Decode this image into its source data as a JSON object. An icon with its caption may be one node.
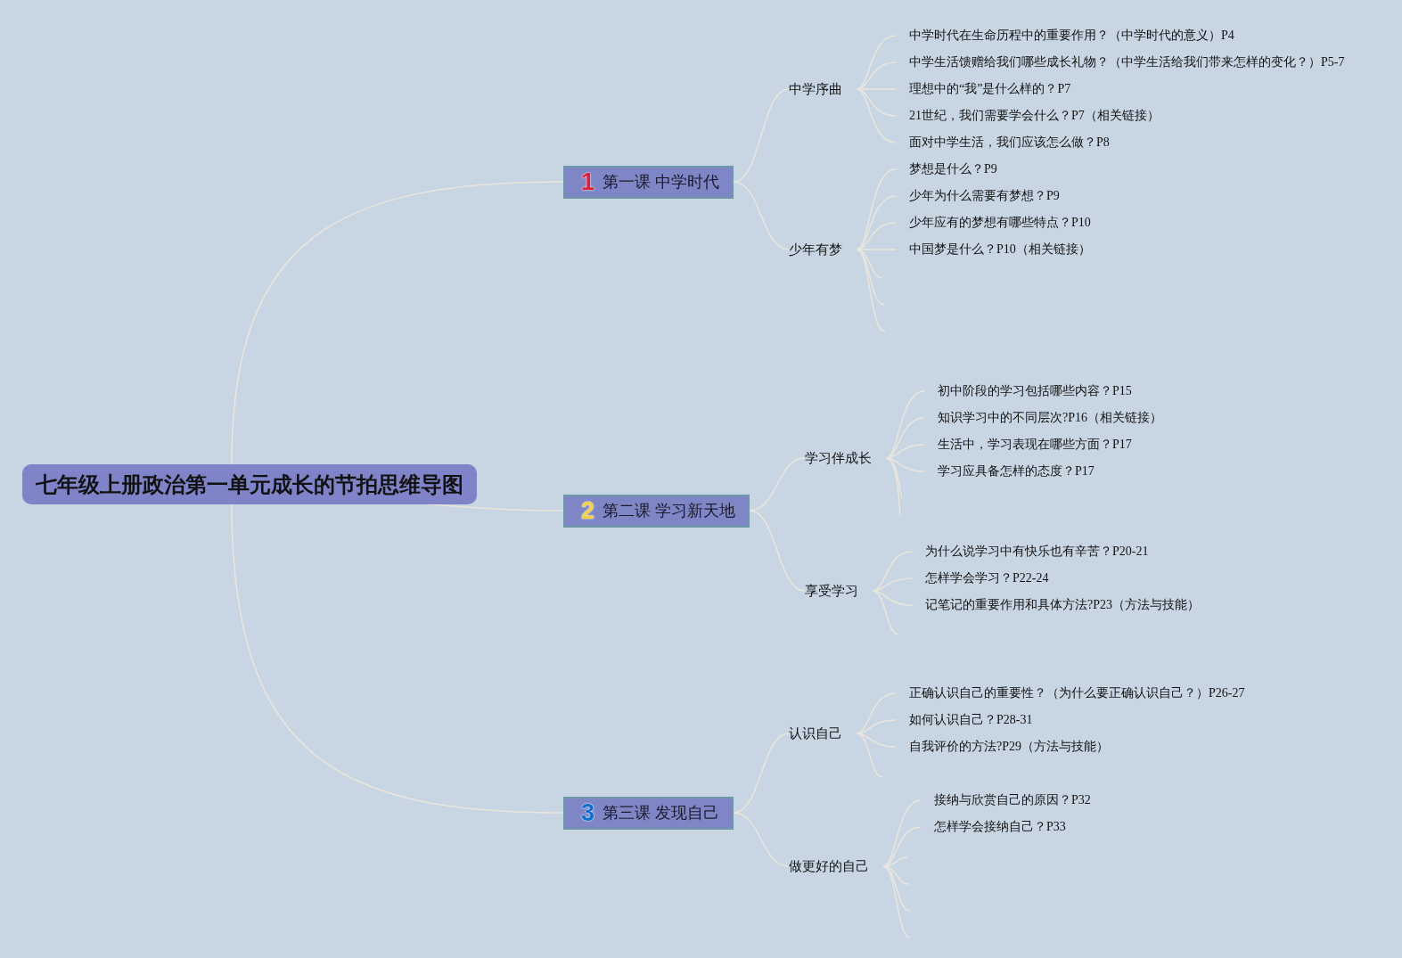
{
  "diagram": {
    "nodes": [
      {
        "text": [
          "七年级上册政治第一单元成长的节拍思维导图"
        ]
      },
      {
        "text": [
          "1",
          "第一课 中学时代"
        ]
      },
      {
        "text": [
          "中学序曲"
        ]
      },
      {
        "text": [
          "中学时代在生命历程中的重要作用？（中学时代的意义）P4"
        ]
      },
      {
        "text": [
          "中学生活馈赠给我们哪些成长礼物？（中学生活给我们带来怎样的变化？）P5-7"
        ]
      },
      {
        "text": [
          "理想中的“我”是什么样的？P7"
        ]
      },
      {
        "text": [
          "21世纪，我们需要学会什么？P7（相关链接）"
        ]
      },
      {
        "text": [
          "面对中学生活，我们应该怎么做？P8"
        ]
      },
      {
        "text": [
          "少年有梦"
        ]
      },
      {
        "text": [
          "梦想是什么？P9"
        ]
      },
      {
        "text": [
          "少年为什么需要有梦想？P9"
        ]
      },
      {
        "text": [
          "少年应有的梦想有哪些特点？P10"
        ]
      },
      {
        "text": [
          "中国梦是什么？P10（相关链接）"
        ]
      },
      {
        "text": [
          "2",
          "第二课 学习新天地"
        ]
      },
      {
        "text": [
          "学习伴成长"
        ]
      },
      {
        "text": [
          "初中阶段的学习包括哪些内容？P15"
        ]
      },
      {
        "text": [
          "知识学习中的不同层次?P16（相关链接）"
        ]
      },
      {
        "text": [
          "生活中，学习表现在哪些方面？P17"
        ]
      },
      {
        "text": [
          "学习应具备怎样的态度？P17"
        ]
      },
      {
        "text": [
          "享受学习"
        ]
      },
      {
        "text": [
          "为什么说学习中有快乐也有辛苦？P20-21"
        ]
      },
      {
        "text": [
          "怎样学会学习？P22-24"
        ]
      },
      {
        "text": [
          "记笔记的重要作用和具体方法?P23（方法与技能）"
        ]
      },
      {
        "text": [
          "3",
          "第三课 发现自己"
        ]
      },
      {
        "text": [
          "认识自己"
        ]
      },
      {
        "text": [
          "正确认识自己的重要性？（为什么要正确认识自己？）P26-27"
        ]
      },
      {
        "text": [
          "如何认识自己？P28-31"
        ]
      },
      {
        "text": [
          "自我评价的方法?P29（方法与技能）"
        ]
      },
      {
        "text": [
          "做更好的自己"
        ]
      },
      {
        "text": [
          "接纳与欣赏自己的原因？P32"
        ]
      },
      {
        "text": [
          "怎样学会接纳自己？P33"
        ]
      }
    ],
    "edges": [
      {
        "from": 0,
        "to": 1,
        "arrow": "none"
      },
      {
        "from": 0,
        "to": 13,
        "arrow": "none"
      },
      {
        "from": 0,
        "to": 23,
        "arrow": "none"
      },
      {
        "from": 1,
        "to": 2,
        "arrow": "none"
      },
      {
        "from": 1,
        "to": 8,
        "arrow": "none"
      },
      {
        "from": 2,
        "to": 3,
        "arrow": "none"
      },
      {
        "from": 2,
        "to": 4,
        "arrow": "none"
      },
      {
        "from": 2,
        "to": 5,
        "arrow": "none"
      },
      {
        "from": 2,
        "to": 6,
        "arrow": "none"
      },
      {
        "from": 2,
        "to": 7,
        "arrow": "none"
      },
      {
        "from": 8,
        "to": 9,
        "arrow": "none"
      },
      {
        "from": 8,
        "to": 10,
        "arrow": "none"
      },
      {
        "from": 8,
        "to": 11,
        "arrow": "none"
      },
      {
        "from": 8,
        "to": 12,
        "arrow": "none"
      },
      {
        "from": 8,
        "to": null,
        "arrow": "none"
      },
      {
        "from": 8,
        "to": null,
        "arrow": "none"
      },
      {
        "from": 8,
        "to": null,
        "arrow": "none"
      },
      {
        "from": 13,
        "to": 14,
        "arrow": "none"
      },
      {
        "from": 13,
        "to": 19,
        "arrow": "none"
      },
      {
        "from": 14,
        "to": 15,
        "arrow": "none"
      },
      {
        "from": 14,
        "to": 16,
        "arrow": "none"
      },
      {
        "from": 14,
        "to": 17,
        "arrow": "none"
      },
      {
        "from": 14,
        "to": 18,
        "arrow": "none"
      },
      {
        "from": 14,
        "to": null,
        "arrow": "none"
      },
      {
        "from": 14,
        "to": null,
        "arrow": "none"
      },
      {
        "from": 19,
        "to": 20,
        "arrow": "none"
      },
      {
        "from": 19,
        "to": 21,
        "arrow": "none"
      },
      {
        "from": 19,
        "to": 22,
        "arrow": "none"
      },
      {
        "from": 19,
        "to": null,
        "arrow": "none"
      },
      {
        "from": 23,
        "to": 24,
        "arrow": "none"
      },
      {
        "from": 23,
        "to": 28,
        "arrow": "none"
      },
      {
        "from": 24,
        "to": 25,
        "arrow": "none"
      },
      {
        "from": 24,
        "to": 26,
        "arrow": "none"
      },
      {
        "from": 24,
        "to": 27,
        "arrow": "none"
      },
      {
        "from": 24,
        "to": null,
        "arrow": "none"
      },
      {
        "from": 28,
        "to": 29,
        "arrow": "none"
      },
      {
        "from": 28,
        "to": 30,
        "arrow": "none"
      },
      {
        "from": 28,
        "to": null,
        "arrow": "none"
      },
      {
        "from": 28,
        "to": null,
        "arrow": "none"
      },
      {
        "from": 28,
        "to": null,
        "arrow": "none"
      },
      {
        "from": 28,
        "to": null,
        "arrow": "none"
      }
    ]
  }
}
